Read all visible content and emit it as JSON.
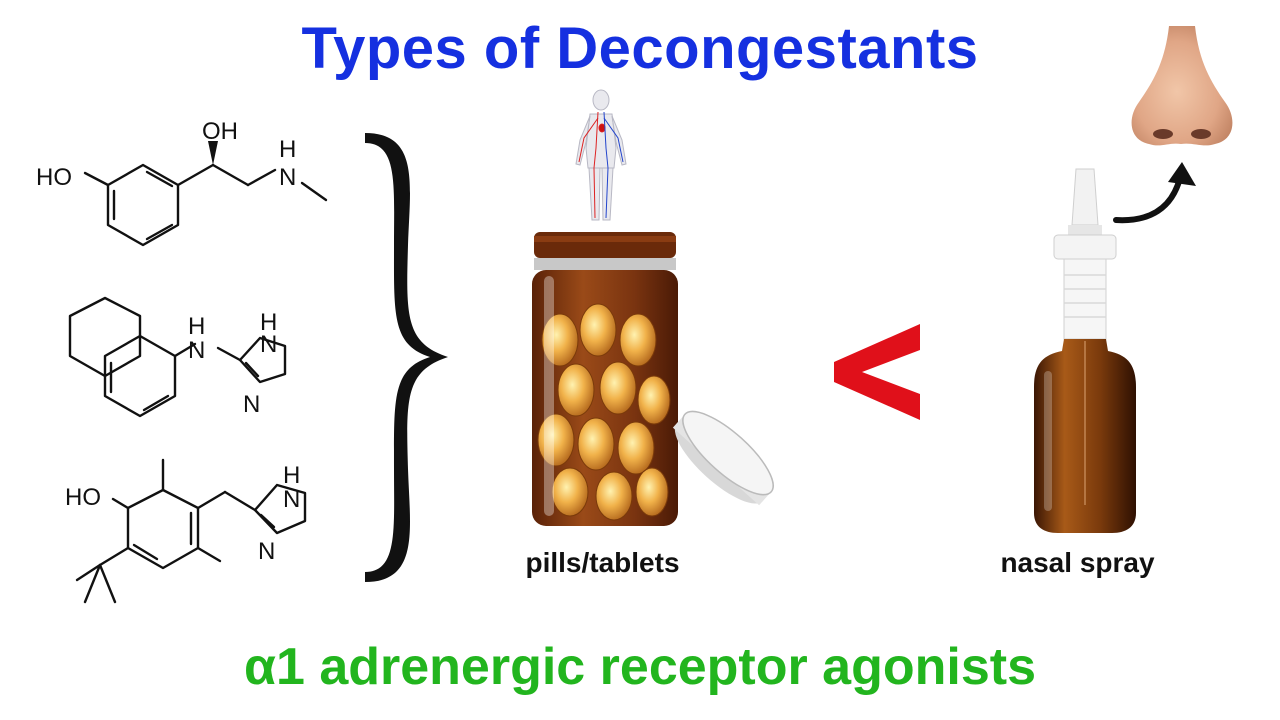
{
  "title": "Types of Decongestants",
  "footer": "α1 adrenergic receptor agonists",
  "colors": {
    "title": "#1530e0",
    "footer": "#22b51e",
    "less_than": "#e0101a",
    "amber": "#8a3a10",
    "capsule": "#e8a23a"
  },
  "molecules": [
    {
      "name": "phenylephrine-structure",
      "labels": [
        "HO",
        "OH",
        "H",
        "N"
      ]
    },
    {
      "name": "tetrahydrozoline-structure",
      "labels": [
        "H",
        "N",
        "H",
        "N",
        "N"
      ]
    },
    {
      "name": "oxymetazoline-structure",
      "labels": [
        "HO",
        "H",
        "N",
        "N"
      ]
    }
  ],
  "pills_caption": "pills/tablets",
  "spray_caption": "nasal spray",
  "comparison_symbol": "less-than",
  "icons": [
    "human-body-icon",
    "pill-bottle-icon",
    "bottle-cap-icon",
    "nasal-spray-icon",
    "nose-icon",
    "curved-arrow-icon",
    "curly-brace-icon"
  ]
}
